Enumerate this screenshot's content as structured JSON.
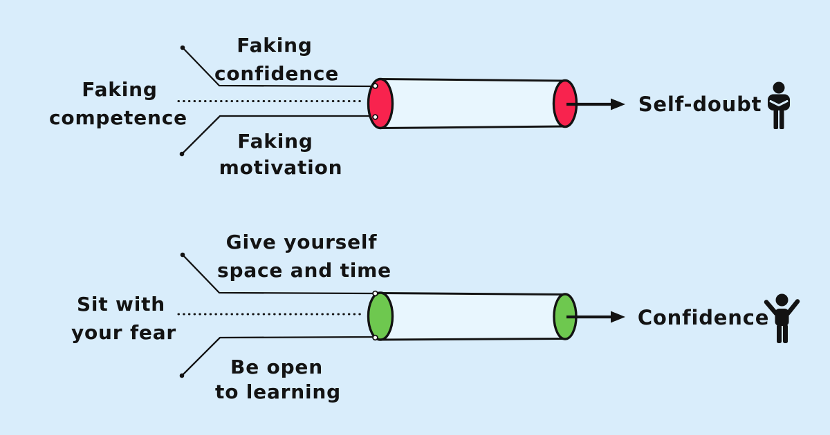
{
  "canvas": {
    "background_color": "#d9edfb",
    "ink_color": "#131313",
    "pipe_interior_color": "#e8f6fe"
  },
  "rows": [
    {
      "name": "faking-it-pipe",
      "pipe_color": "#f8234e",
      "input_top": {
        "line1": "Faking",
        "line2": "confidence"
      },
      "input_middle": {
        "line1": "Faking",
        "line2": "competence"
      },
      "input_bottom": {
        "line1": "Faking",
        "line2": "motivation"
      },
      "output": {
        "label": "Self-doubt",
        "icon": "person-arms-crossed-icon"
      }
    },
    {
      "name": "sit-with-fear-pipe",
      "pipe_color": "#6ec84f",
      "input_top": {
        "line1": "Give yourself",
        "line2": "space and time"
      },
      "input_middle": {
        "line1": "Sit with",
        "line2": "your fear"
      },
      "input_bottom": {
        "line1": "Be open",
        "line2": "to learning"
      },
      "output": {
        "label": "Confidence",
        "icon": "person-arms-raised-icon"
      }
    }
  ]
}
